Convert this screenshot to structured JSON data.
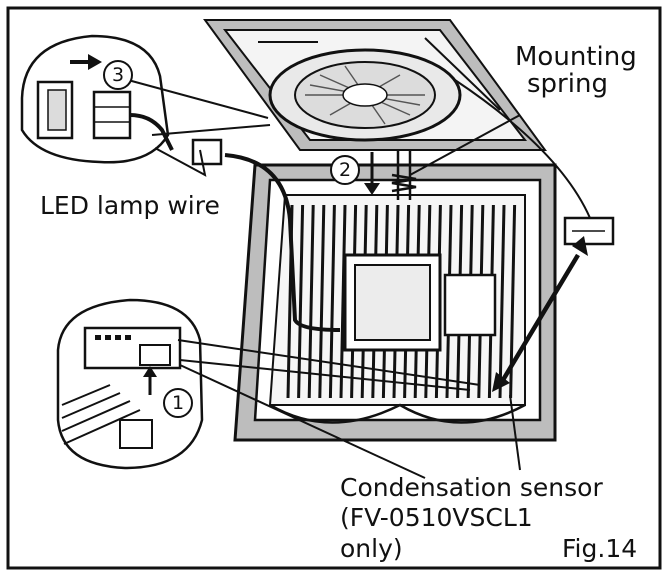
{
  "labels": {
    "mounting_spring": [
      "Mounting",
      "spring"
    ],
    "led_lamp_wire": "LED lamp wire",
    "condensation_sensor": [
      "Condensation sensor",
      "(FV-0510VSCL1",
      "only)"
    ],
    "figure": "Fig.14"
  },
  "steps": [
    "1",
    "2",
    "3"
  ],
  "colors": {
    "ink": "#111111",
    "panel": "#bdbdbd",
    "background": "#ffffff"
  }
}
